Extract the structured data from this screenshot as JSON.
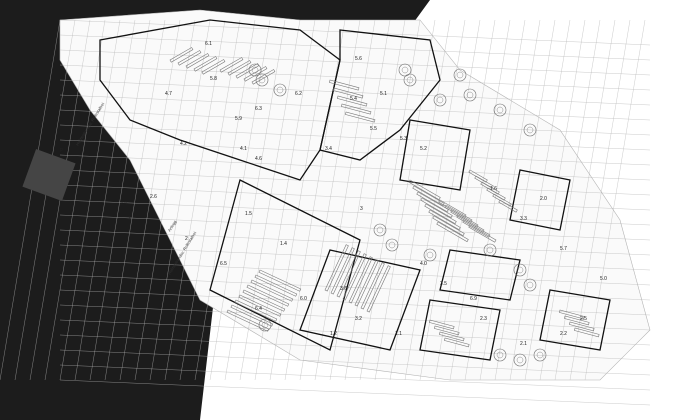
{
  "drawing": {
    "kind": "architectural floor plan",
    "colors": {
      "background": "#ffffff",
      "ground": "#1c1c1c",
      "wall": "#111111",
      "grid": "#b4b4b4",
      "furniture": "#7a7a7a",
      "site_block": "#454545",
      "garden": "#6e6e6e"
    },
    "street_labels": [
      {
        "text": "Holmestrandsv. Rollestallvei"
      },
      {
        "text": "P"
      },
      {
        "text": "Holmestrandsv. Rollestallvei"
      },
      {
        "text": "Anlegg"
      }
    ],
    "room_labels": [
      "6.1",
      "5.8",
      "5.9",
      "6.3",
      "6.2",
      "5.6",
      "5.1",
      "5.3",
      "5.2",
      "4.7",
      "4.2",
      "4.1",
      "4.6",
      "3.4",
      "5.4",
      "5.5",
      "1.5",
      "1.4",
      "6.5",
      "6.4",
      "6.0",
      "3.6",
      "3.2",
      "1.2",
      "1.1",
      "4.0",
      "3.5",
      "6.9",
      "2.3",
      "2.1",
      "2.2",
      "2.5",
      "2.4",
      "2.6",
      "1",
      "2",
      "3",
      "1.6",
      "3.3",
      "5.7",
      "5.0",
      "2.0"
    ]
  }
}
